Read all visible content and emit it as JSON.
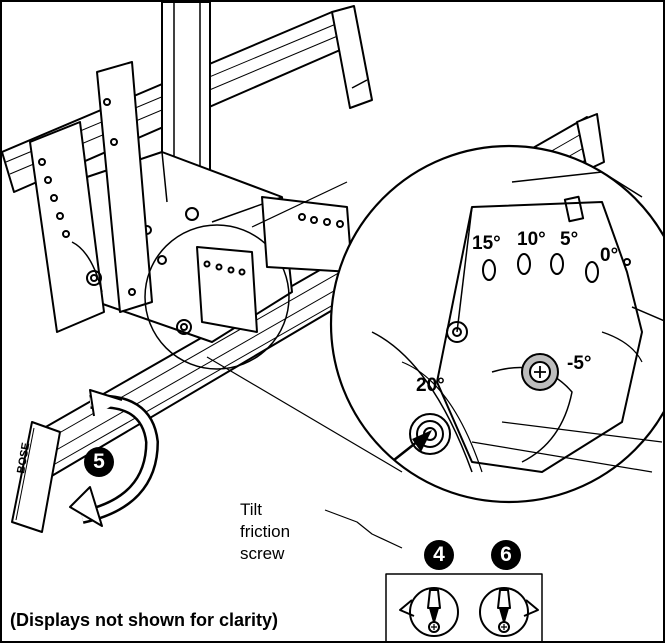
{
  "angles": {
    "a15": "15°",
    "a10": "10°",
    "a5": "5°",
    "a0": "0°",
    "aminus5": "-5°",
    "a20": "20°"
  },
  "callout": {
    "line1": "Tilt",
    "line2": "friction",
    "line3": "screw"
  },
  "steps": {
    "rotate": "5",
    "loosen": "4",
    "tighten": "6"
  },
  "caption": "(Displays not shown for clarity)",
  "logo_text": "BOSE",
  "icons": [
    "rotate-arrow-icon",
    "counterclockwise-screwdriver-icon",
    "clockwise-screwdriver-icon"
  ],
  "colors": {
    "ink": "#000000",
    "paper": "#ffffff",
    "gray": "#bdbdbd"
  }
}
